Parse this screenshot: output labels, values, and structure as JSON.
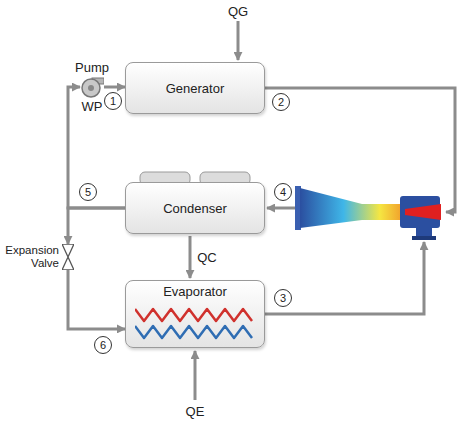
{
  "diagram": {
    "nodes": [
      {
        "text": [
          "Pump",
          "WP"
        ]
      },
      {
        "text": [
          "Generator"
        ]
      },
      {
        "text": [
          "Condenser"
        ]
      },
      {
        "text": [
          "Expansion Valve"
        ]
      },
      {
        "text": [
          "Evaporator"
        ]
      }
    ],
    "edges": [
      {
        "from": 0,
        "to": 1,
        "arrow": "to"
      },
      {
        "from": 2,
        "to": 0,
        "arrow": "to"
      },
      {
        "from": 2,
        "to": 3,
        "arrow": "to"
      },
      {
        "from": 3,
        "to": 4,
        "arrow": "to"
      }
    ],
    "labels": [
      "QG",
      "1",
      "2",
      "5",
      "4",
      "QC",
      "3",
      "6",
      "QE"
    ]
  }
}
